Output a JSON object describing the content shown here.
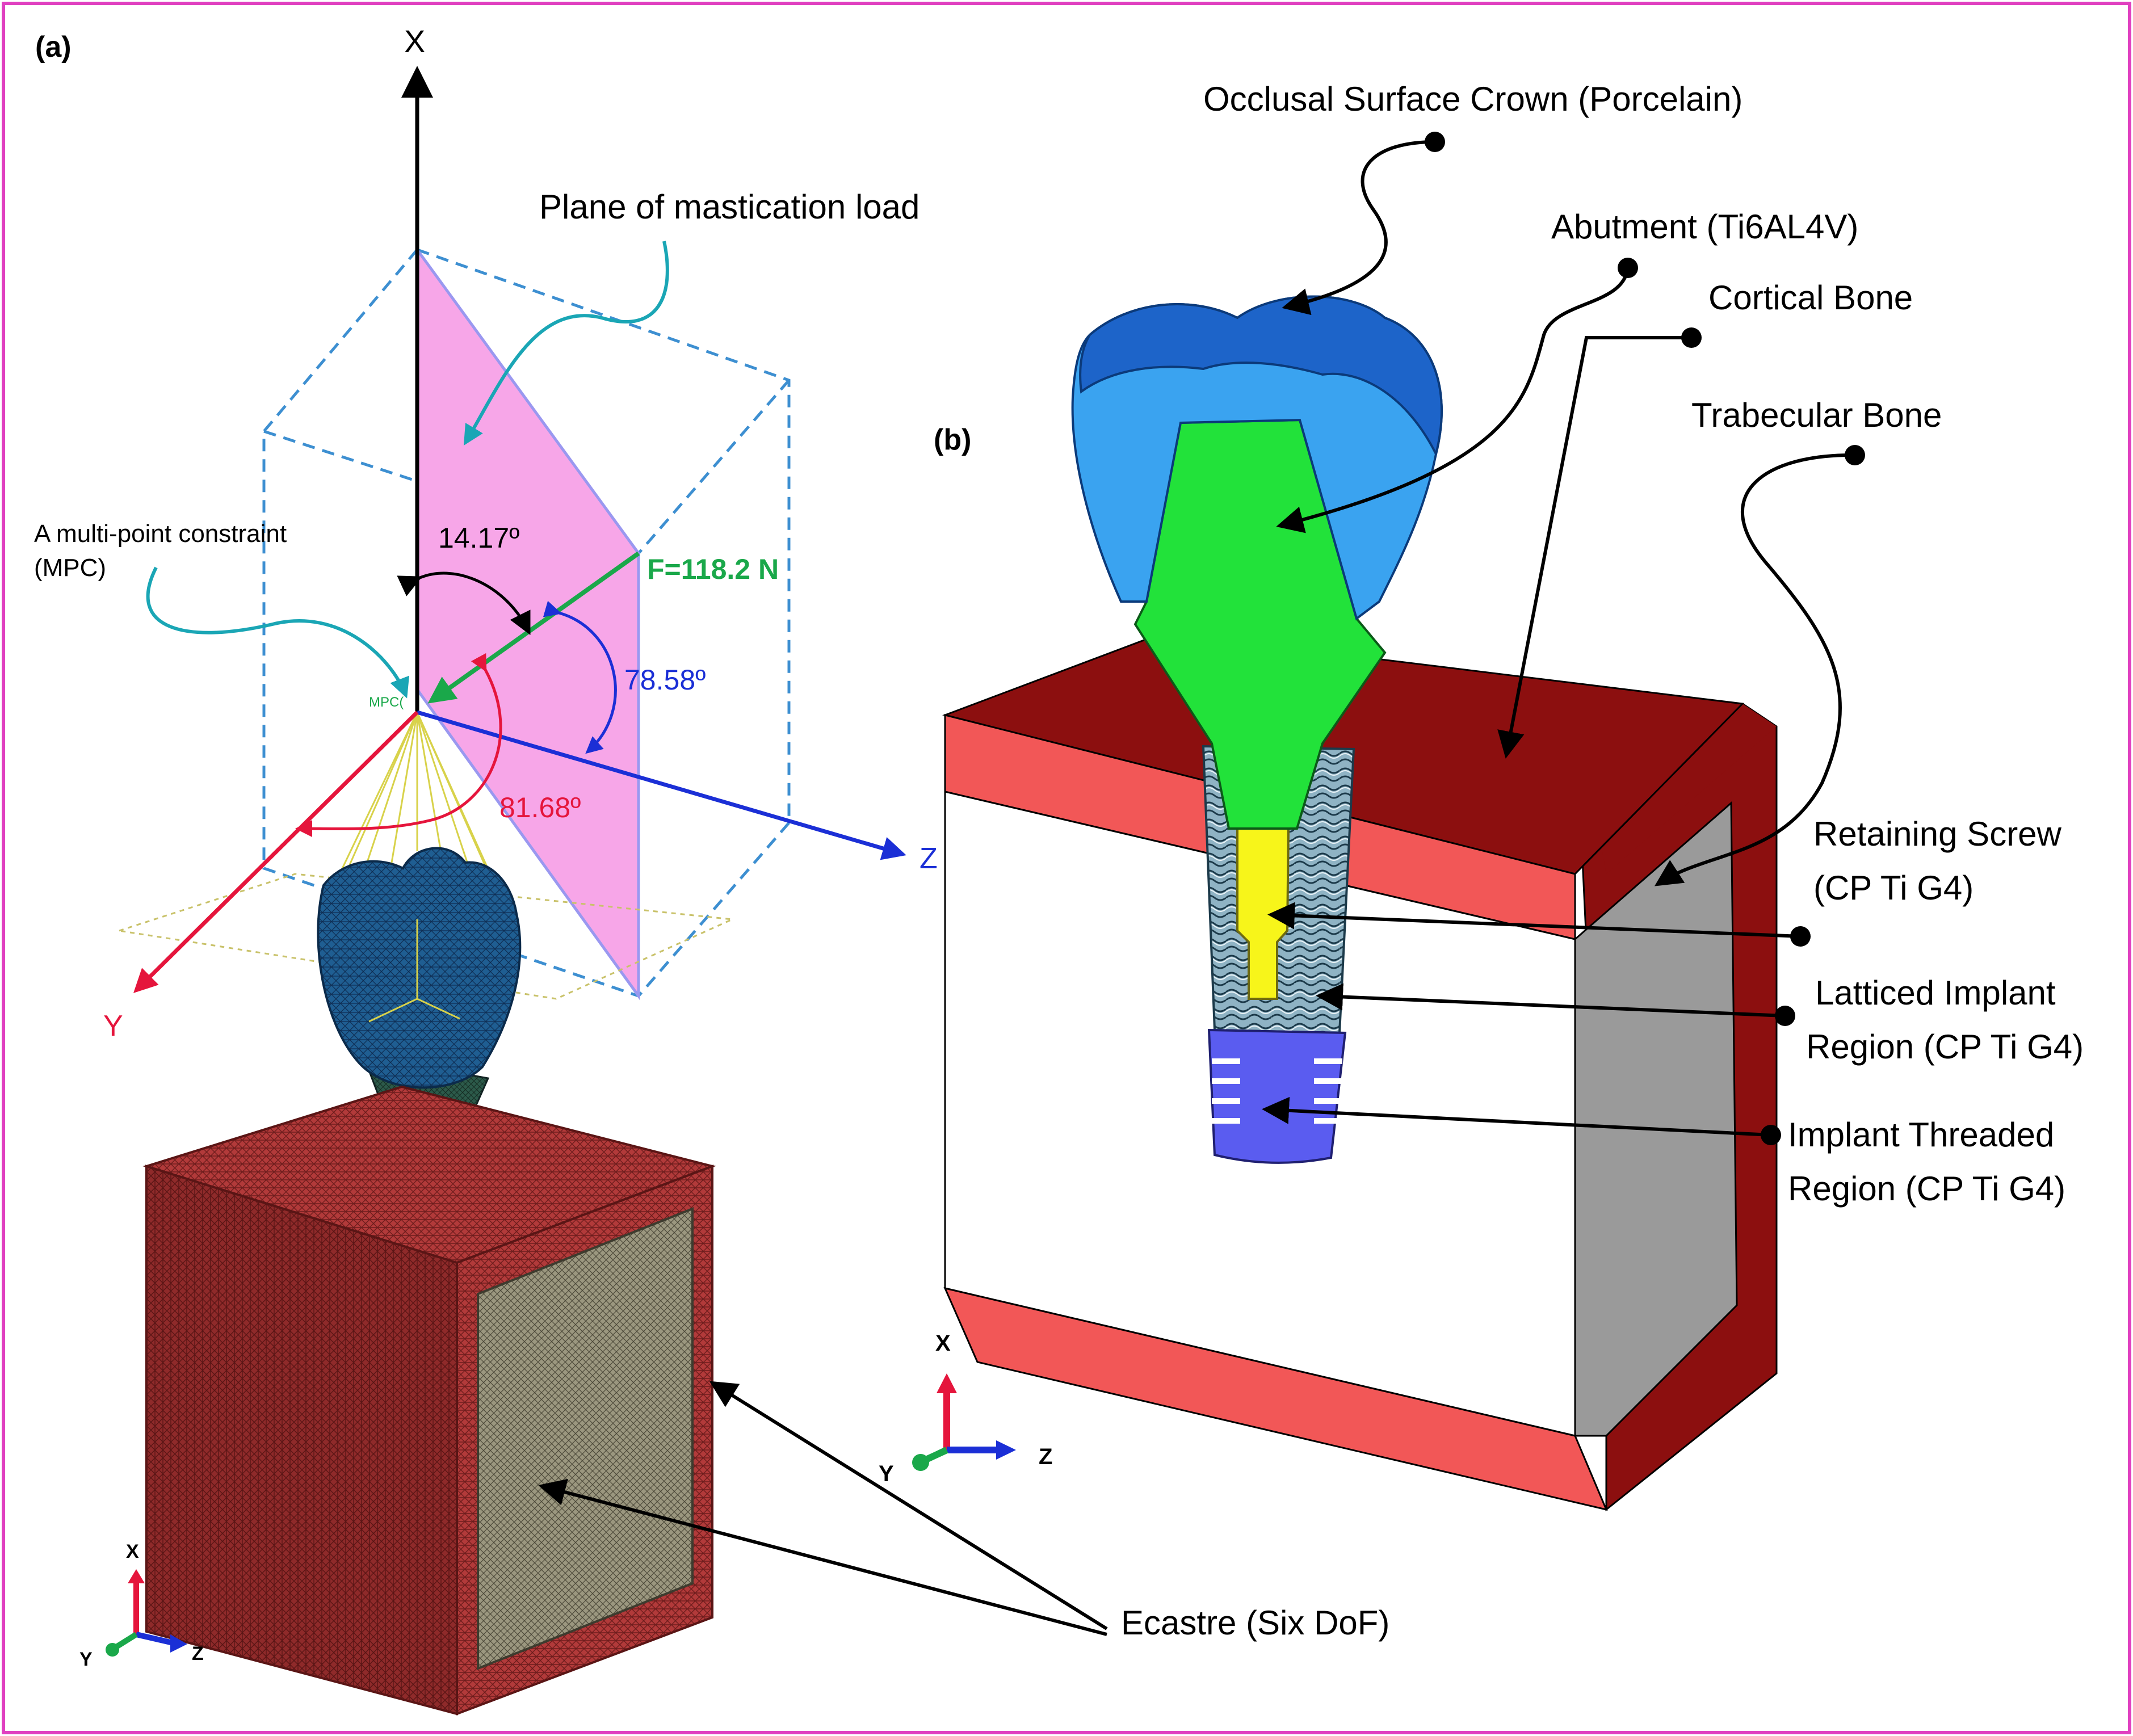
{
  "panel_a": {
    "label": "(a)",
    "axis_x": "X",
    "axis_y": "Y",
    "axis_z": "Z",
    "plane_label": "Plane of mastication load",
    "mpc_label_line1": "A multi-point constraint",
    "mpc_label_line2": "(MPC)",
    "mpc_tag": "MPC(",
    "angle_vertical": "14.17º",
    "force": "F=118.2 N",
    "angle_z": "78.58º",
    "angle_y": "81.68º",
    "encastre_label": "Ecastre (Six DoF)",
    "triad_x": "X",
    "triad_y": "Y",
    "triad_z": "Z"
  },
  "panel_b": {
    "label": "(b)",
    "crown_label": "Occlusal Surface Crown (Porcelain)",
    "abutment_label": "Abutment (Ti6AL4V)",
    "cortical_label": "Cortical Bone",
    "trabecular_label": "Trabecular Bone",
    "screw_label_line1": "Retaining Screw",
    "screw_label_line2": "(CP Ti G4)",
    "lattice_label_line1": "Latticed Implant",
    "lattice_label_line2": "Region (CP Ti G4)",
    "threaded_label_line1": "Implant Threaded",
    "threaded_label_line2": "Region (CP Ti G4)",
    "triad_x": "X",
    "triad_y": "Y",
    "triad_z": "Z"
  },
  "colors": {
    "frame": "#e040c0",
    "plane_fill": "#f7a6e8",
    "box_dash": "#3d8fd1",
    "force": "#1aa84a",
    "angle_blue": "#1b2fd6",
    "angle_red": "#e5153c",
    "teal_leader": "#1aa6b5",
    "cortical": "#f25757",
    "cortical_dark": "#8c0f0f",
    "trabecular_side": "#9a9a9a",
    "crown_blue": "#3aa3f0",
    "crown_top": "#1d64c9",
    "abutment_green": "#22e23a",
    "screw_yellow": "#f7f51a",
    "implant_purple": "#5a5cf0",
    "mesh_red": "#a93535",
    "mesh_grey": "#8d8a73"
  }
}
